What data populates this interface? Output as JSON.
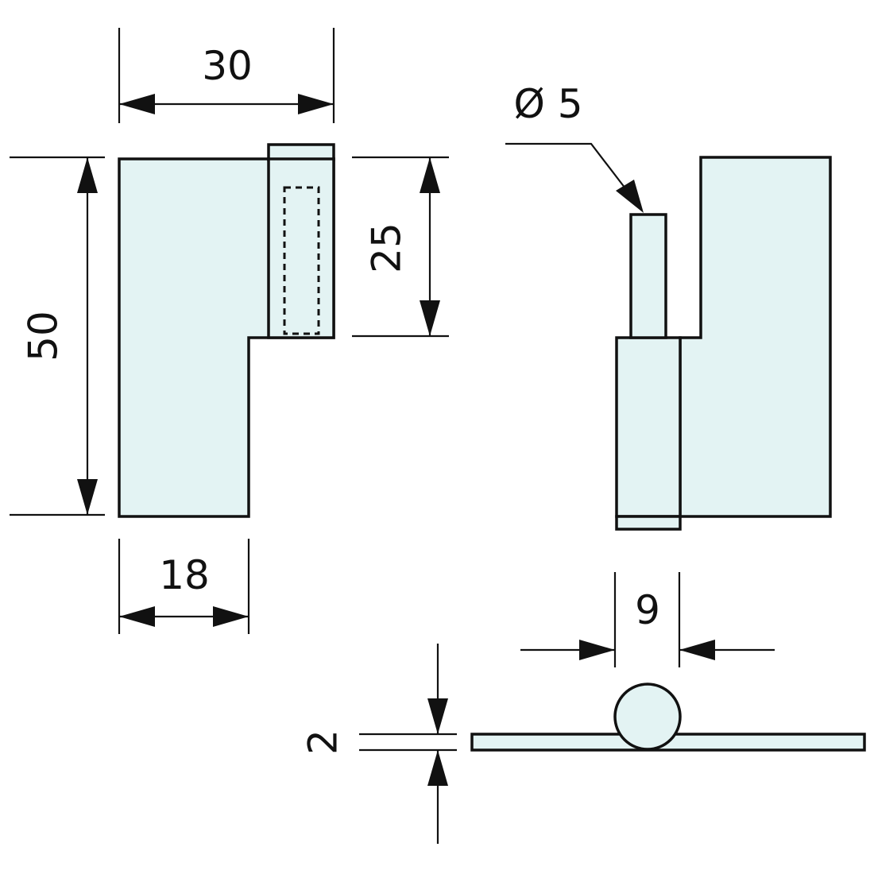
{
  "dimensions": {
    "width_total": "30",
    "height_total": "50",
    "pin_length": "25",
    "leaf_width": "18",
    "pin_diameter": "Ø 5",
    "knuckle_width": "9",
    "thickness": "2"
  },
  "colors": {
    "part_fill": "#e3f3f3",
    "line": "#111111",
    "background": "#ffffff"
  }
}
